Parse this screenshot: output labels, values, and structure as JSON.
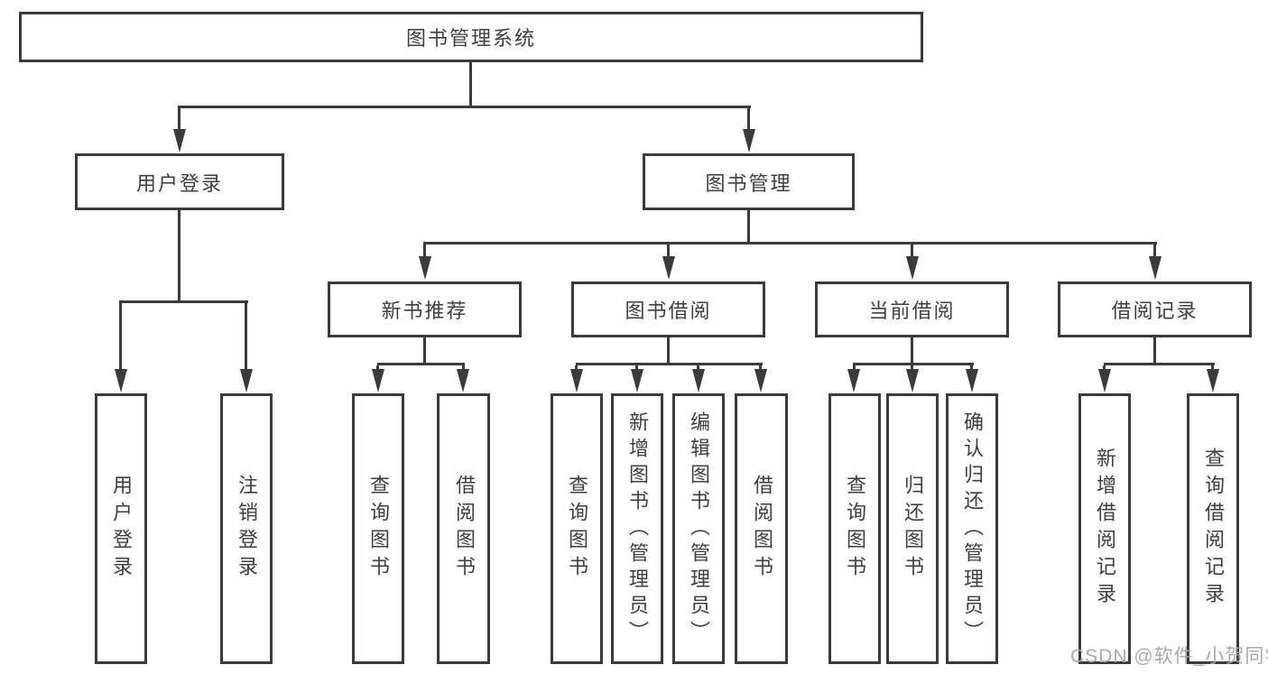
{
  "nodes": {
    "root": "图书管理系统",
    "level2": [
      "用户登录",
      "图书管理"
    ],
    "level3": [
      "新书推荐",
      "图书借阅",
      "当前借阅",
      "借阅记录"
    ],
    "leaves": [
      "用户登录",
      "注销登录",
      "查询图书",
      "借阅图书",
      "查询图书",
      "新增图书（管理员）",
      "编辑图书（管理员）",
      "借阅图书",
      "查询图书",
      "归还图书",
      "确认归还（管理员）",
      "新增借阅记录",
      "查询借阅记录"
    ]
  },
  "watermark": "CSDN @软件_小贺同学",
  "colors": {
    "line": "#3b3b3b",
    "text": "#3f3f3f",
    "background": "#ffffff",
    "watermark": "#a5a5a5"
  }
}
